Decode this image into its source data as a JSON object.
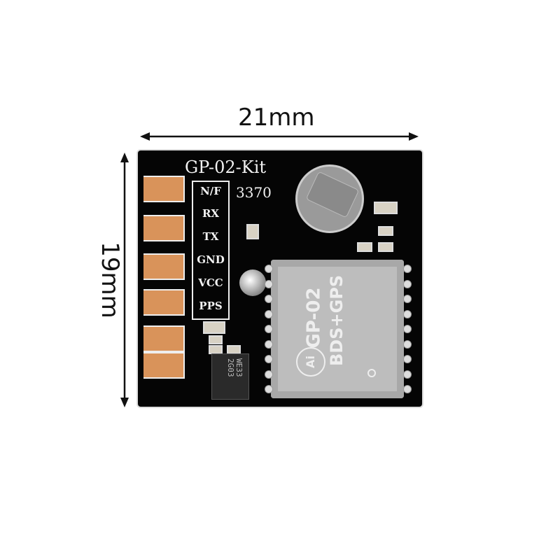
{
  "dimensions": {
    "width_label": "21mm",
    "height_label": "19mm"
  },
  "board": {
    "title": "GP-02-Kit",
    "code": "3370",
    "pins": [
      "N/F",
      "RX",
      "TX",
      "GND",
      "VCC",
      "PPS"
    ],
    "module": {
      "name": "GP-02",
      "subtitle": "BDS+GPS",
      "logo": "Ai"
    },
    "regulator": {
      "line1": "WE33",
      "line2": "2G03"
    }
  },
  "colors": {
    "pcb": "#050505",
    "pad": "#d9935a",
    "shield": "#bdbdbd"
  }
}
